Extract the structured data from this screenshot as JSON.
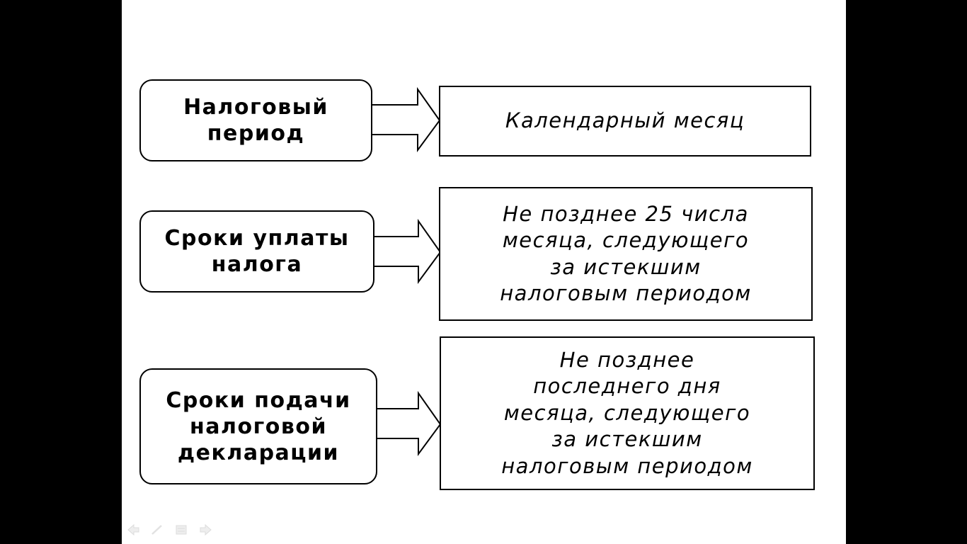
{
  "diagram": {
    "rows": [
      {
        "term_lines": [
          "Налоговый",
          "период"
        ],
        "value_lines": [
          "Календарный месяц"
        ]
      },
      {
        "term_lines": [
          "Сроки уплаты",
          "налога"
        ],
        "value_lines": [
          "Не позднее 25 числа",
          "месяца, следующего",
          "за истекшим",
          "налоговым периодом"
        ]
      },
      {
        "term_lines": [
          "Сроки подачи",
          "налоговой",
          "декларации"
        ],
        "value_lines": [
          "Не позднее",
          "последнего дня",
          "месяца, следующего",
          "за истекшим",
          "налоговым периодом"
        ]
      }
    ]
  },
  "slide_nav": {
    "icons": [
      "prev-arrow-icon",
      "pen-icon",
      "menu-icon",
      "next-arrow-icon"
    ]
  }
}
